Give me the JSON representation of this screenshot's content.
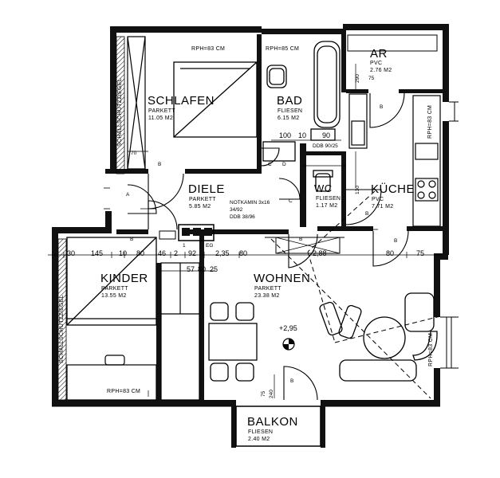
{
  "rooms": {
    "schlafen": {
      "name": "SCHLAFEN",
      "floor": "PARKETT",
      "area": "11.05 M2"
    },
    "bad": {
      "name": "BAD",
      "floor": "FLIESEN",
      "area": "6.15 M2"
    },
    "ar": {
      "name": "AR",
      "floor": "PVC",
      "area": "2.76 M2"
    },
    "diele": {
      "name": "DIELE",
      "floor": "PARKETT",
      "area": "5.85 M2"
    },
    "wc": {
      "name": "WC",
      "floor": "FLIESEN",
      "area": "1.17 M2"
    },
    "kueche": {
      "name": "KÜCHE",
      "floor": "PVC",
      "area": "7.71 M2"
    },
    "kinder": {
      "name": "KINDER",
      "floor": "PARKETT",
      "area": "13.55 M2"
    },
    "wohnen": {
      "name": "WOHNEN",
      "floor": "PARKETT",
      "area": "23.38 M2"
    },
    "balkon": {
      "name": "BALKON",
      "floor": "FLIESEN",
      "area": "2.40 M2"
    }
  },
  "rph": {
    "schlafen": "RPH=83 CM",
    "bad": "RPH=85 CM",
    "kinder": "RPH=83 CM",
    "kueche": "RPH=83 CM",
    "wohnen": "RPH=83 CM"
  },
  "wall_labels": {
    "left_top": "SCHALLSCHUTZZIEGEL",
    "left_bottom": "SCHALLSCHUTZZIEGEL"
  },
  "chimney": {
    "line1": "NOTKAMIN  3x16",
    "line2": "34/92",
    "line3": "DDB 38/96"
  },
  "door_marks": {
    "a": "A",
    "b": "B",
    "c": "C",
    "d": "D",
    "eg": "EG"
  },
  "level": "+2,95",
  "dimensions": {
    "d30": "30",
    "d145": "145",
    "d10": "10",
    "d80": "80",
    "d46": "46",
    "d2": "2",
    "d92": "92",
    "d235": "2,35",
    "d288": "2,88",
    "d75": "75",
    "d57": "57",
    "d80b": "80",
    "d25": "25",
    "d70": "70",
    "d100": "100",
    "d90": "90",
    "ddb": "DDB 90/25",
    "d290": "290",
    "d130": "130",
    "d240": "240",
    "d1": "1"
  }
}
